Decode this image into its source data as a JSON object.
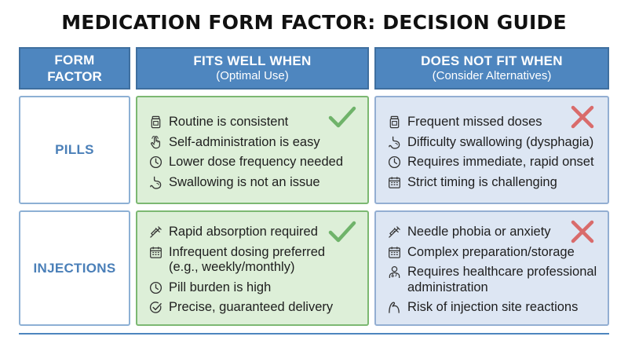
{
  "title": "MEDICATION FORM FACTOR: DECISION GUIDE",
  "headers": {
    "form": {
      "line1": "FORM",
      "line2": "FACTOR"
    },
    "fits": {
      "line1": "FITS WELL WHEN",
      "line2": "(Optimal Use)"
    },
    "not_fits": {
      "line1": "DOES NOT FIT WHEN",
      "line2": "(Consider Alternatives)"
    }
  },
  "rows": [
    {
      "label": "PILLS",
      "fits": [
        {
          "icon": "pill-bottle-icon",
          "text": "Routine is consistent"
        },
        {
          "icon": "hand-icon",
          "text": "Self-administration is easy"
        },
        {
          "icon": "clock-icon",
          "text": "Lower dose frequency needed"
        },
        {
          "icon": "stomach-icon",
          "text": "Swallowing is not an issue"
        }
      ],
      "not_fits": [
        {
          "icon": "pill-bottle-icon",
          "text": "Frequent missed doses"
        },
        {
          "icon": "stomach-icon",
          "text": "Difficulty swallowing (dysphagia)"
        },
        {
          "icon": "clock-icon",
          "text": "Requires immediate, rapid onset"
        },
        {
          "icon": "calendar-icon",
          "text": "Strict timing is challenging"
        }
      ]
    },
    {
      "label": "INJECTIONS",
      "fits": [
        {
          "icon": "syringe-icon",
          "text": "Rapid absorption required"
        },
        {
          "icon": "calendar-icon",
          "text": "Infrequent dosing preferred",
          "text2": "(e.g., weekly/monthly)"
        },
        {
          "icon": "clock-icon",
          "text": "Pill burden is high"
        },
        {
          "icon": "check-circle-icon",
          "text": "Precise, guaranteed delivery"
        }
      ],
      "not_fits": [
        {
          "icon": "syringe-icon",
          "text": "Needle phobia or anxiety"
        },
        {
          "icon": "calendar-icon",
          "text": "Complex preparation/storage"
        },
        {
          "icon": "doctor-icon",
          "text": "Requires healthcare professional",
          "text2": "administration"
        },
        {
          "icon": "arm-icon",
          "text": "Risk of injection site reactions"
        }
      ]
    }
  ],
  "colors": {
    "header_blue": "#4e86bf",
    "fits_bg": "#ddefd8",
    "not_fits_bg": "#dde6f3",
    "check_green": "#6fb36a",
    "cross_red": "#d96b6b"
  }
}
